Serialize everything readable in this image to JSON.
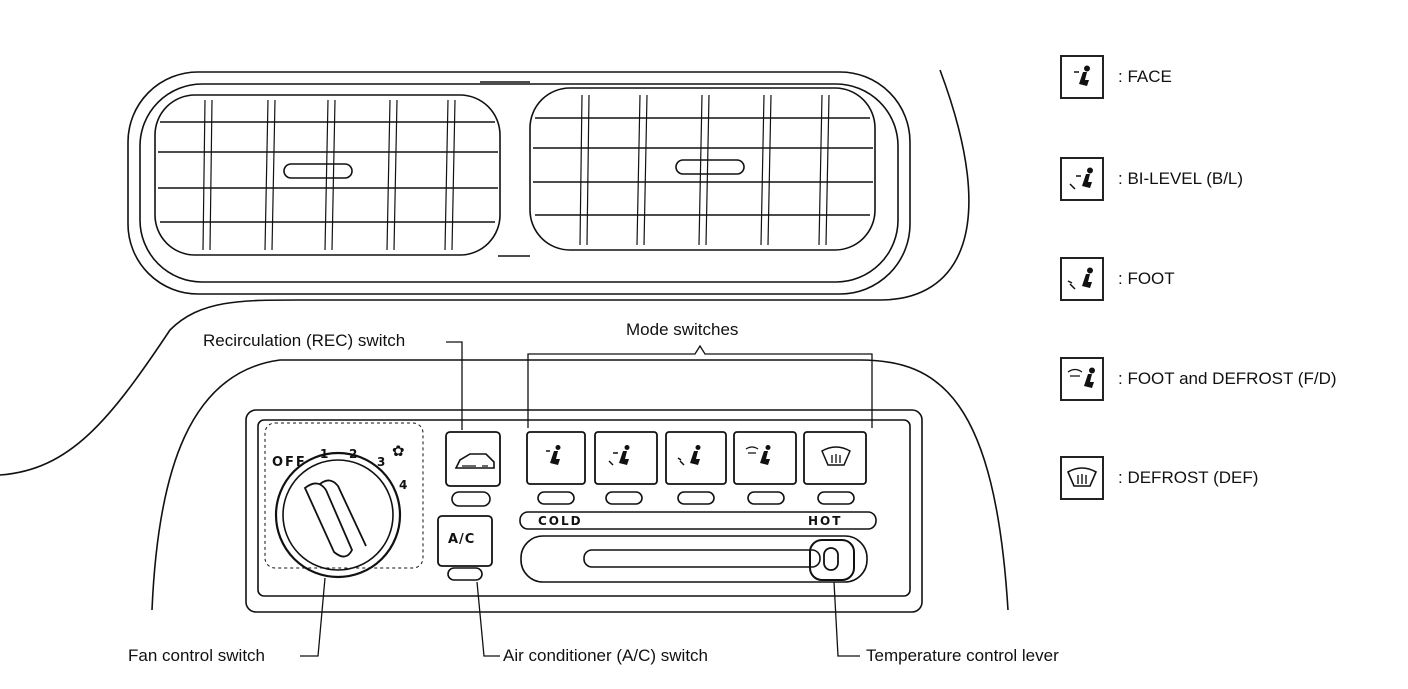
{
  "callouts": {
    "recirculation": "Recirculation (REC) switch",
    "mode_switches": "Mode switches",
    "fan_control": "Fan control switch",
    "air_conditioner": "Air conditioner (A/C) switch",
    "temperature_lever": "Temperature control lever"
  },
  "fan_dial": {
    "positions": [
      "OFF",
      "1",
      "2",
      "3",
      "4"
    ]
  },
  "panel": {
    "ac_label": "A/C",
    "cold_label": "COLD",
    "hot_label": "HOT"
  },
  "legend": [
    {
      "icon": "face-mode-icon",
      "text": ": FACE"
    },
    {
      "icon": "bi-level-mode-icon",
      "text": ": BI-LEVEL (B/L)"
    },
    {
      "icon": "foot-mode-icon",
      "text": ": FOOT"
    },
    {
      "icon": "foot-defrost-mode-icon",
      "text": ": FOOT and DEFROST (F/D)"
    },
    {
      "icon": "defrost-mode-icon",
      "text": ": DEFROST (DEF)"
    }
  ]
}
